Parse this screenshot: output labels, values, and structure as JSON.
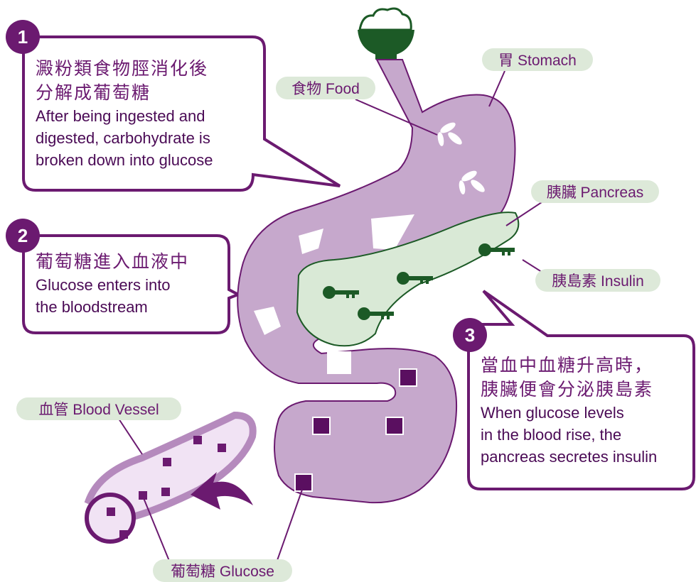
{
  "labels": {
    "stomach": "胃 Stomach",
    "food": "食物 Food",
    "pancreas": "胰臟 Pancreas",
    "insulin": "胰島素 Insulin",
    "blood_vessel": "血管 Blood Vessel",
    "glucose": "葡萄糖 Glucose"
  },
  "steps": [
    {
      "number": "1",
      "zh_line1": "澱粉類食物脛消化後",
      "zh_line2": "分解成葡萄糖",
      "en_line1": "After being ingested and",
      "en_line2": "digested, carbohydrate is",
      "en_line3": "broken down into glucose"
    },
    {
      "number": "2",
      "zh_line1": "葡萄糖進入血液中",
      "en_line1": "Glucose enters into",
      "en_line2": "the bloodstream"
    },
    {
      "number": "3",
      "zh_line1": "當血中血糖升高時，",
      "zh_line2": "胰臟便會分泌胰島素",
      "en_line1": "When glucose levels",
      "en_line2": "in the blood rise, the",
      "en_line3": "pancreas secretes insulin"
    }
  ],
  "colors": {
    "purple": "#6b1a70",
    "stomach": "#c6a8cc",
    "pancreas": "#d9e9d6",
    "label_bg": "#dde9d9",
    "dark_green": "#1c5a26"
  }
}
